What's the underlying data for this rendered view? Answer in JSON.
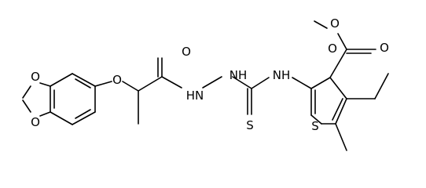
{
  "molecule": {
    "atom_labels": [
      {
        "id": "a1",
        "text": "O"
      },
      {
        "id": "a2",
        "text": "O"
      },
      {
        "id": "a3",
        "text": "O"
      },
      {
        "id": "a4",
        "text": "O"
      },
      {
        "id": "a5",
        "text": "O"
      },
      {
        "id": "a6",
        "text": "HN"
      },
      {
        "id": "a7",
        "text": "NH"
      },
      {
        "id": "a8",
        "text": "NH"
      },
      {
        "id": "a9",
        "text": "O"
      },
      {
        "id": "a10",
        "text": "O"
      },
      {
        "id": "a11",
        "text": "S"
      },
      {
        "id": "a12",
        "text": "S"
      }
    ]
  }
}
